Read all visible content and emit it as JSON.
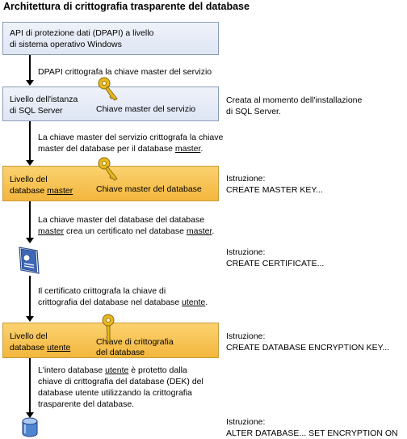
{
  "title": "Architettura di crittografia trasparente del database",
  "box1": {
    "line1": "API di protezione dati (DPAPI) a livello",
    "line2": "di sistema operativo Windows"
  },
  "step1": "DPAPI crittografa la chiave master del servizio",
  "box2": {
    "line1": "Livello dell'istanza",
    "line2": "di SQL Server",
    "key_label": "Chiave master del servizio"
  },
  "note2": {
    "line1": "Creata al momento dell'installazione",
    "line2": "di SQL Server."
  },
  "step2": {
    "line1": "La chiave master del servizio crittografa la chiave",
    "line2_pre": "master del database per il database ",
    "line2_u": "master",
    "line2_post": "."
  },
  "box3": {
    "line1": "Livello del",
    "line2_pre": "database ",
    "line2_u": "master",
    "key_label": "Chiave master del database"
  },
  "note3": {
    "line1": "Istruzione:",
    "line2": "CREATE MASTER KEY..."
  },
  "step3": {
    "line1": "La chiave master del database del database",
    "line2_u1": "master",
    "line2_mid": " crea un certificato nel database ",
    "line2_u2": "master",
    "line2_post": "."
  },
  "note4": {
    "line1": "Istruzione:",
    "line2": "CREATE CERTIFICATE..."
  },
  "step4": {
    "line1": "Il certificato crittografa la chiave di",
    "line2_pre": "crittografia del database nel database ",
    "line2_u": "utente",
    "line2_post": "."
  },
  "box4": {
    "line1": "Livello del",
    "line2_pre": "database ",
    "line2_u": "utente",
    "key_label1": "Chiave di crittografia",
    "key_label2": "del database"
  },
  "note5": {
    "line1": "Istruzione:",
    "line2": "CREATE DATABASE ENCRYPTION KEY..."
  },
  "step5": {
    "line1_pre": "L'intero database ",
    "line1_u": "utente",
    "line1_post": " è protetto dalla",
    "line2": "chiave di crittografia del database (DEK) del",
    "line3": "database utente utilizzando la crittografia",
    "line4": "trasparente del database."
  },
  "note6": {
    "line1": "Istruzione:",
    "line2": "ALTER DATABASE... SET ENCRYPTION ON"
  },
  "colors": {
    "blue_box": "#e4eaf6",
    "orange_box": "#f7c24e",
    "key": "#e8b820"
  }
}
